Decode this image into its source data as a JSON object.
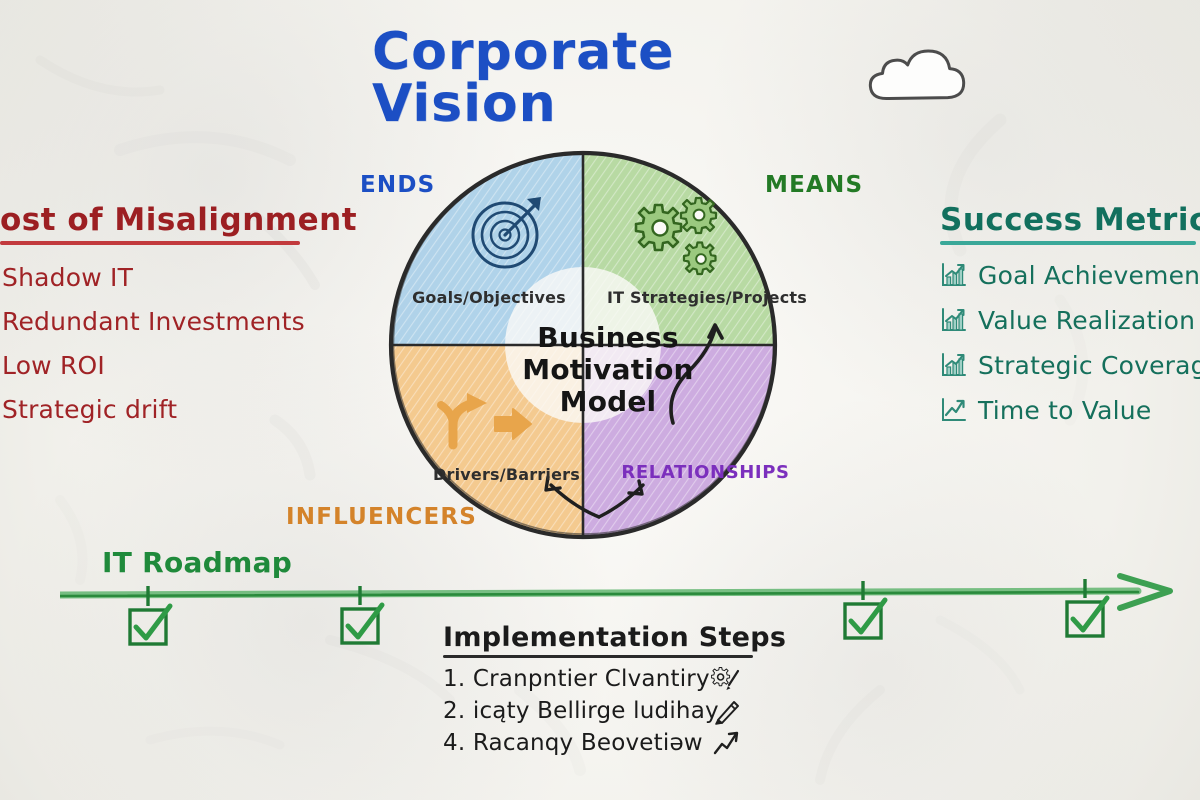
{
  "header": {
    "title": "Corporate Vision",
    "cloud_icon": "cloud-icon",
    "title_color": "#1c4fc4"
  },
  "left_panel": {
    "heading": "ost of Misalignment",
    "heading_full": "Cost of Misalignment",
    "color": "#9c1f22",
    "rule_color": "#c23a3d",
    "bullet_icon": "warning-triangle-icon",
    "items": [
      {
        "label": "Shadow IT"
      },
      {
        "label": "Redundant Investments"
      },
      {
        "label": "Low ROI"
      },
      {
        "label": "Strategic drift"
      }
    ]
  },
  "right_panel": {
    "heading": "Success Metrics",
    "color": "#12705e",
    "rule_color": "#3aa899",
    "bullet_icon": "bar-chart-up-icon",
    "items": [
      {
        "label": "Goal Achievement"
      },
      {
        "label": "Value Realization"
      },
      {
        "label": "Strategic Coverage"
      },
      {
        "label": "Time to Value"
      }
    ]
  },
  "diagram": {
    "center_lines": [
      "Business",
      "Motivation",
      "Model"
    ],
    "ring_labels": {
      "ends": "ENDS",
      "means": "MEANS",
      "influencers": "INFLUENCERS",
      "relationships": "RELATIONSHIPS"
    },
    "quadrants": [
      {
        "key": "ends",
        "ring_label": "ENDS",
        "label": "Goals/Objectives",
        "icon": "target-bullseye-icon",
        "fill": "#a9cfe8",
        "ink": "#2b5d8a",
        "ring_label_color": "#1c4fc4"
      },
      {
        "key": "means",
        "ring_label": "MEANS",
        "label": "IT Strategies/Projects",
        "icon": "gears-icon",
        "fill": "#b2d79c",
        "ink": "#3f7a33",
        "ring_label_color": "#237a25"
      },
      {
        "key": "influencers",
        "ring_label": "INFLUENCERS",
        "label": "Drivers/Barriers",
        "icon": "branching-arrows-icon",
        "fill": "#f3c587",
        "ink": "#d4832a",
        "ring_label_color": "#d4832a"
      },
      {
        "key": "relationships",
        "ring_label": "RELATIONSHIPS",
        "label": "RELATIONSHIPS",
        "icon": "curved-arrow-icon",
        "fill": "#c9a5dd",
        "ink": "#7b2fbd",
        "ring_label_color": "#7b2fbd"
      }
    ]
  },
  "roadmap": {
    "label": "IT Roadmap",
    "color": "#1f8a3b",
    "milestone_icon": "checkbox-checked-icon",
    "milestones": [
      {
        "checked": true
      },
      {
        "checked": true
      },
      {
        "checked": true
      },
      {
        "checked": true
      }
    ]
  },
  "implementation": {
    "title": "Implementation Steps",
    "steps": [
      {
        "number": "1.",
        "text": "Cranpntier Clvantiry",
        "icon": "gear-pencil-icon"
      },
      {
        "number": "2.",
        "text": "icąty Bellirge ludihay",
        "icon": "pencil-icon"
      },
      {
        "number": "4.",
        "text": "Racanqy Beovetiəw",
        "icon": "growth-arrow-icon"
      }
    ]
  }
}
